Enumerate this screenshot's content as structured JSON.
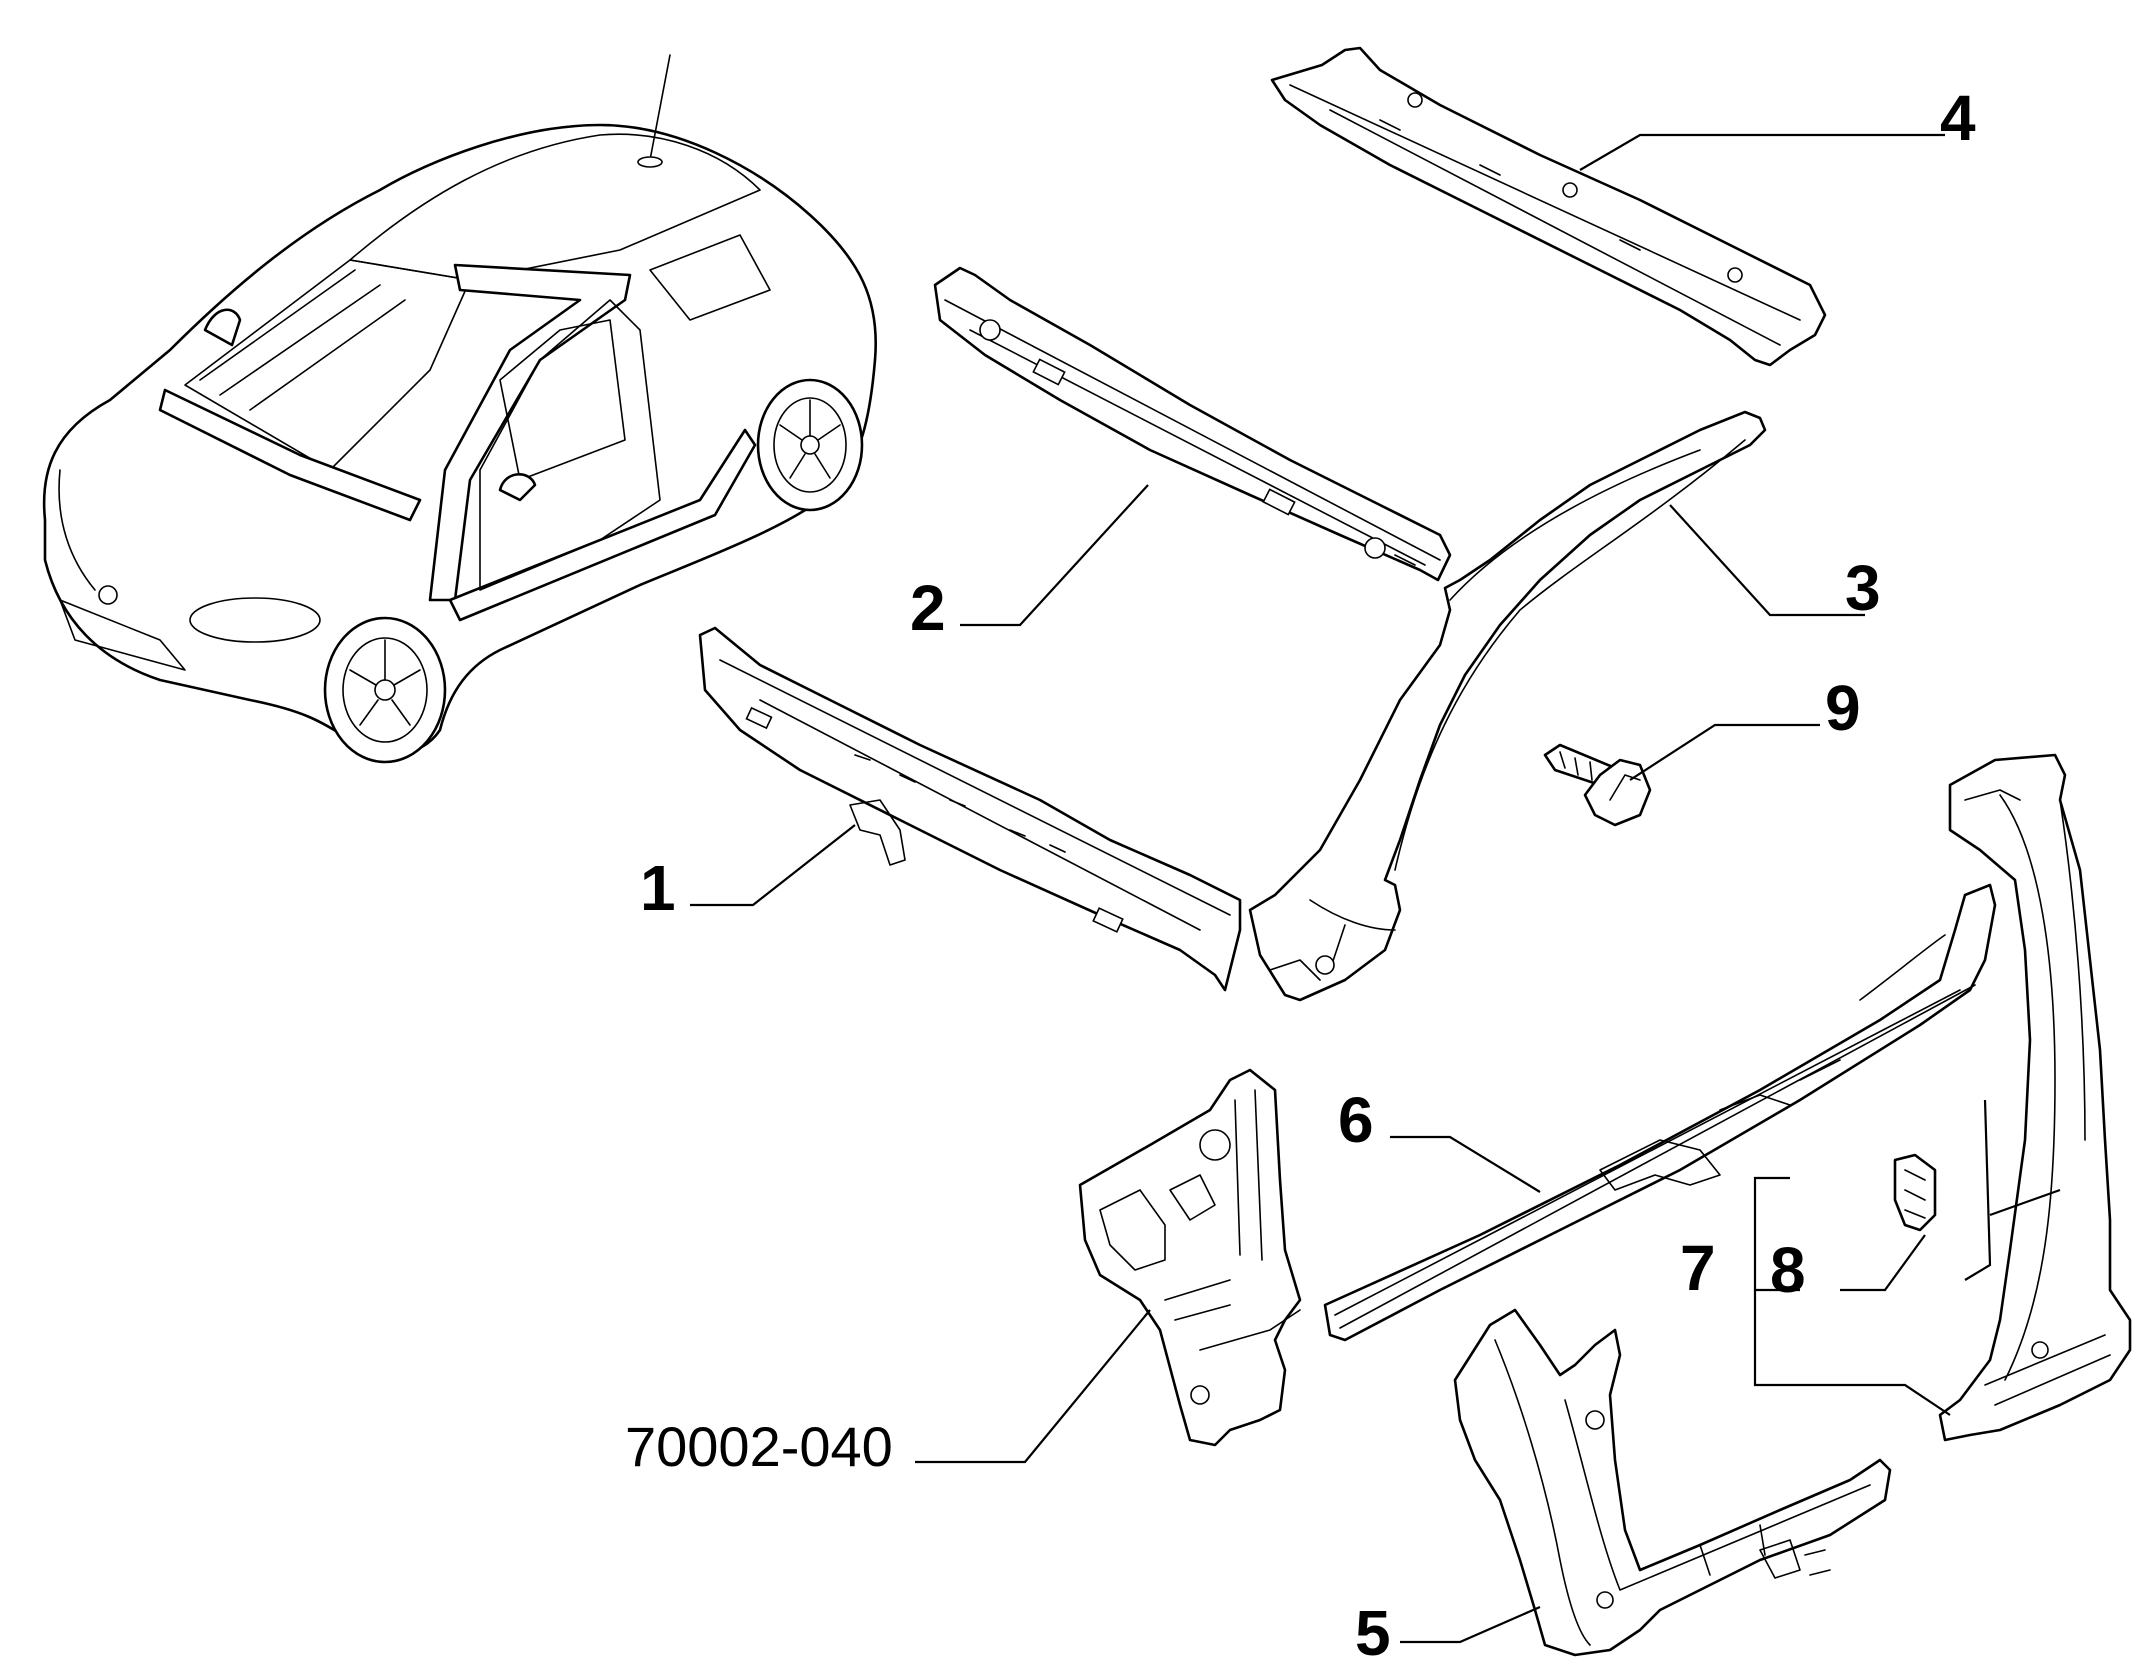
{
  "callouts": [
    {
      "id": "1",
      "text": "1"
    },
    {
      "id": "2",
      "text": "2"
    },
    {
      "id": "3",
      "text": "3"
    },
    {
      "id": "4",
      "text": "4"
    },
    {
      "id": "5",
      "text": "5"
    },
    {
      "id": "6",
      "text": "6"
    },
    {
      "id": "7",
      "text": "7"
    },
    {
      "id": "8",
      "text": "8"
    },
    {
      "id": "9",
      "text": "9"
    },
    {
      "id": "ref",
      "text": "70002-040"
    }
  ],
  "colors": {
    "line": "#000000",
    "background": "#ffffff"
  }
}
